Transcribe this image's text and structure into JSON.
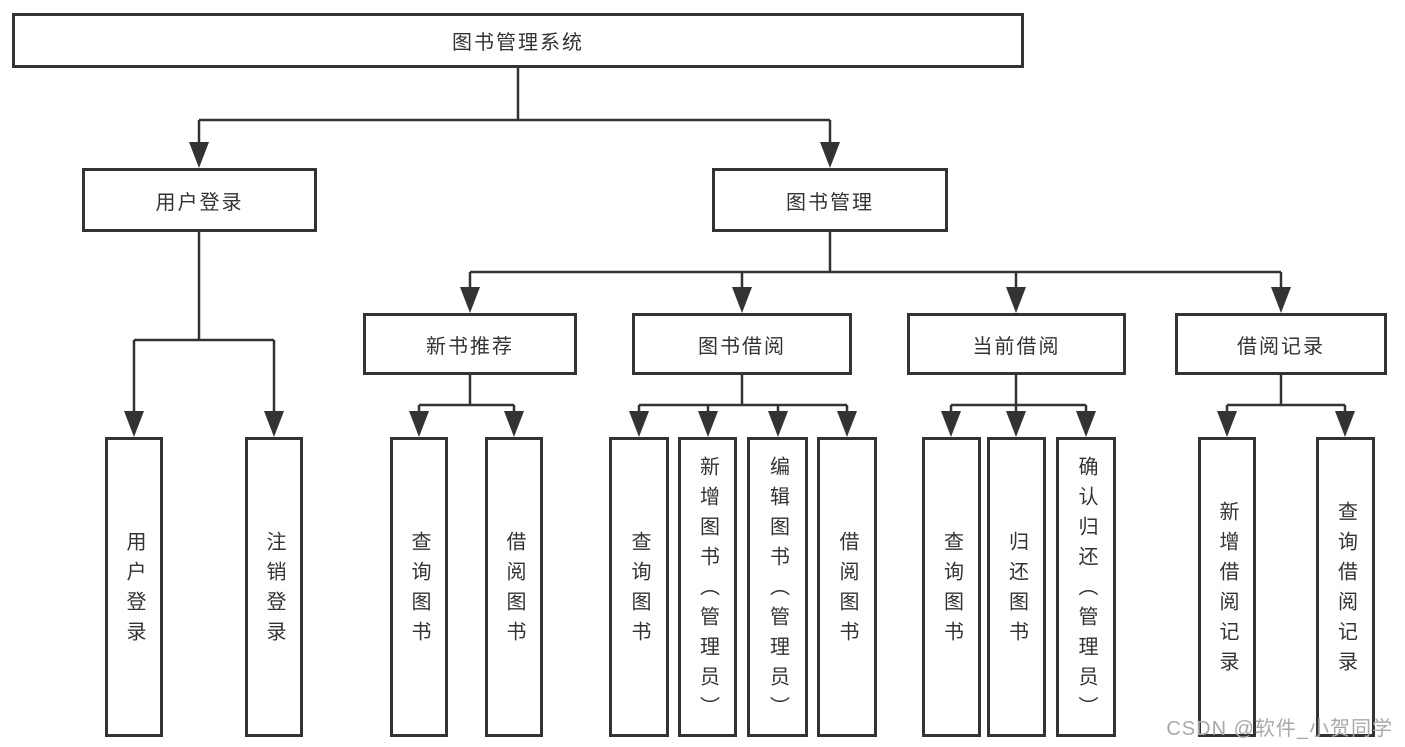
{
  "diagram": {
    "root": {
      "label": "图书管理系统"
    },
    "branches": [
      {
        "label": "用户登录",
        "children": [
          {
            "label": "用户登录"
          },
          {
            "label": "注销登录"
          }
        ]
      },
      {
        "label": "图书管理",
        "children": [
          {
            "label": "新书推荐",
            "children": [
              {
                "label": "查询图书"
              },
              {
                "label": "借阅图书"
              }
            ]
          },
          {
            "label": "图书借阅",
            "children": [
              {
                "label": "查询图书"
              },
              {
                "label": "新增图书（管理员）"
              },
              {
                "label": "编辑图书（管理员）"
              },
              {
                "label": "借阅图书"
              }
            ]
          },
          {
            "label": "当前借阅",
            "children": [
              {
                "label": "查询图书"
              },
              {
                "label": "归还图书"
              },
              {
                "label": "确认归还（管理员）"
              }
            ]
          },
          {
            "label": "借阅记录",
            "children": [
              {
                "label": "新增借阅记录"
              },
              {
                "label": "查询借阅记录"
              }
            ]
          }
        ]
      }
    ]
  },
  "watermark": {
    "text": "CSDN @软件_小贺同学"
  },
  "colors": {
    "line": "#333333",
    "text": "#333333",
    "watermark": "#a9a9a9",
    "background": "#ffffff"
  }
}
